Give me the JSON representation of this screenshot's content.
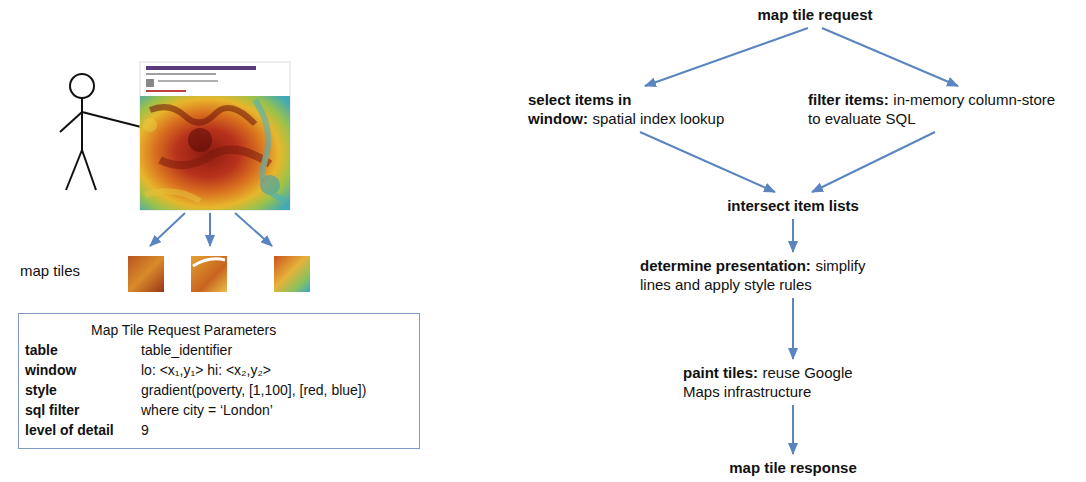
{
  "diagram": {
    "nodes": [
      {
        "text": [
          "map tile request"
        ]
      },
      {
        "text": [
          "select items in window:",
          "spatial index lookup"
        ]
      },
      {
        "text": [
          "filter items:",
          "in-memory column-store to evaluate SQL"
        ]
      },
      {
        "text": [
          "intersect item lists"
        ]
      },
      {
        "text": [
          "determine presentation:",
          "simplify lines and apply style rules"
        ]
      },
      {
        "text": [
          "paint tiles:",
          "reuse Google Maps infrastructure"
        ]
      },
      {
        "text": [
          "map tile response"
        ]
      },
      {
        "text": [
          "Map Tile Request Parameters",
          "table",
          "table_identifier",
          "window",
          "lo: <x₁,y₁> hi: <x₂,y₂>",
          "style",
          "gradient(poverty, [1,100], [red, blue])",
          "sql filter",
          "where city = ‘London’",
          "level of detail",
          "9"
        ]
      }
    ],
    "edges": [
      {
        "from": 0,
        "to": 1,
        "arrow": "to"
      },
      {
        "from": 0,
        "to": 2,
        "arrow": "to"
      },
      {
        "from": 1,
        "to": 3,
        "arrow": "to"
      },
      {
        "from": 2,
        "to": 3,
        "arrow": "to"
      },
      {
        "from": 3,
        "to": 4,
        "arrow": "to"
      },
      {
        "from": 4,
        "to": 5,
        "arrow": "to"
      },
      {
        "from": 5,
        "to": 6,
        "arrow": "to"
      }
    ],
    "labels": [
      "map tiles"
    ]
  }
}
